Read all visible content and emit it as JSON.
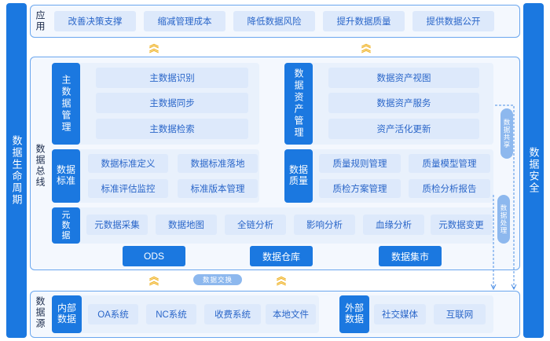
{
  "left_sidebar": "数据生命周期",
  "right_sidebar": "数据安全",
  "app_layer": {
    "label": "应用",
    "items": [
      "改善决策支撑",
      "缩减管理成本",
      "降低数据风险",
      "提升数据质量",
      "提供数据公开"
    ]
  },
  "bus_label": "数据总线",
  "master_data": {
    "header": "主数据管理",
    "items": [
      "主数据识别",
      "主数据同步",
      "主数据检索"
    ]
  },
  "asset": {
    "header": "数据资产管理",
    "items": [
      "数据资产视图",
      "数据资产服务",
      "资产活化更新"
    ]
  },
  "standard": {
    "header": "数据标准",
    "items": [
      "数据标准定义",
      "数据标准落地",
      "标准评估监控",
      "标准版本管理"
    ]
  },
  "quality": {
    "header": "数据质量",
    "items": [
      "质量规则管理",
      "质量模型管理",
      "质检方案管理",
      "质检分析报告"
    ]
  },
  "metadata": {
    "header": "元数据",
    "items": [
      "元数据采集",
      "数据地图",
      "全链分析",
      "影响分析",
      "血缘分析",
      "元数据变更"
    ]
  },
  "storage": [
    "ODS",
    "数据仓库",
    "数据集市"
  ],
  "side_tags": {
    "share": "数据共享",
    "process": "数据处理"
  },
  "exchange": "数据交换",
  "source": {
    "label": "数据源",
    "internal": {
      "header": "内部数据",
      "items": [
        "OA系统",
        "NC系统",
        "收费系统",
        "本地文件"
      ]
    },
    "external": {
      "header": "外部数据",
      "items": [
        "社交媒体",
        "互联网"
      ]
    }
  },
  "colors": {
    "primary": "#1b78e0",
    "pill_bg": "#dde9fb",
    "border": "#6aa6ee",
    "chevron": "#f0b429"
  }
}
